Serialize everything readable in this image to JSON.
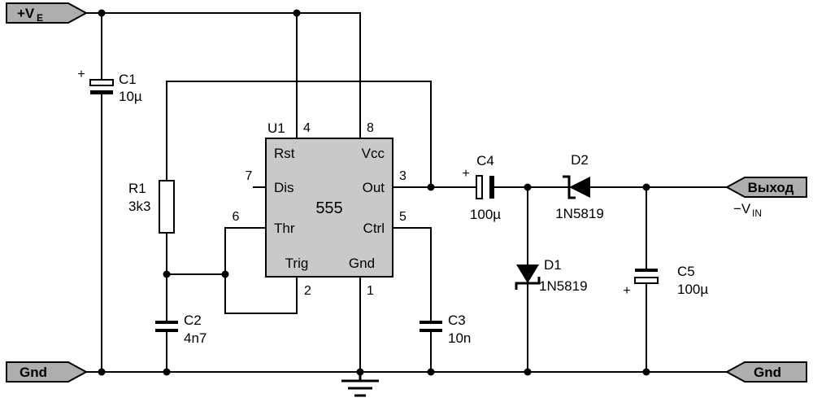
{
  "colors": {
    "background": "#ffffff",
    "wire": "#000000",
    "tag_fill": "#aeaeae",
    "ic_fill": "#c9c9c9"
  },
  "power_tags": {
    "vplus": {
      "main": "+V",
      "sub": "E"
    },
    "gnd_left": "Gnd",
    "gnd_right": "Gnd"
  },
  "output_tag": {
    "label": "Выход",
    "value_main": "−V",
    "value_sub": "IN"
  },
  "ic": {
    "ref": "U1",
    "part": "555",
    "pins": {
      "rst": {
        "name": "Rst",
        "number": "4"
      },
      "vcc": {
        "name": "Vcc",
        "number": "8"
      },
      "dis": {
        "name": "Dis",
        "number": "7"
      },
      "thr": {
        "name": "Thr",
        "number": "6"
      },
      "trig": {
        "name": "Trig",
        "number": "2"
      },
      "out": {
        "name": "Out",
        "number": "3"
      },
      "ctrl": {
        "name": "Ctrl",
        "number": "5"
      },
      "gnd": {
        "name": "Gnd",
        "number": "1"
      }
    }
  },
  "components": {
    "c1": {
      "ref": "C1",
      "value": "10µ",
      "polarity": "+"
    },
    "r1": {
      "ref": "R1",
      "value": "3k3"
    },
    "c2": {
      "ref": "C2",
      "value": "4n7"
    },
    "c3": {
      "ref": "C3",
      "value": "10n"
    },
    "c4": {
      "ref": "C4",
      "value": "100µ",
      "polarity": "+"
    },
    "c5": {
      "ref": "C5",
      "value": "100µ",
      "polarity": "+"
    },
    "d1": {
      "ref": "D1",
      "value": "1N5819"
    },
    "d2": {
      "ref": "D2",
      "value": "1N5819"
    }
  }
}
